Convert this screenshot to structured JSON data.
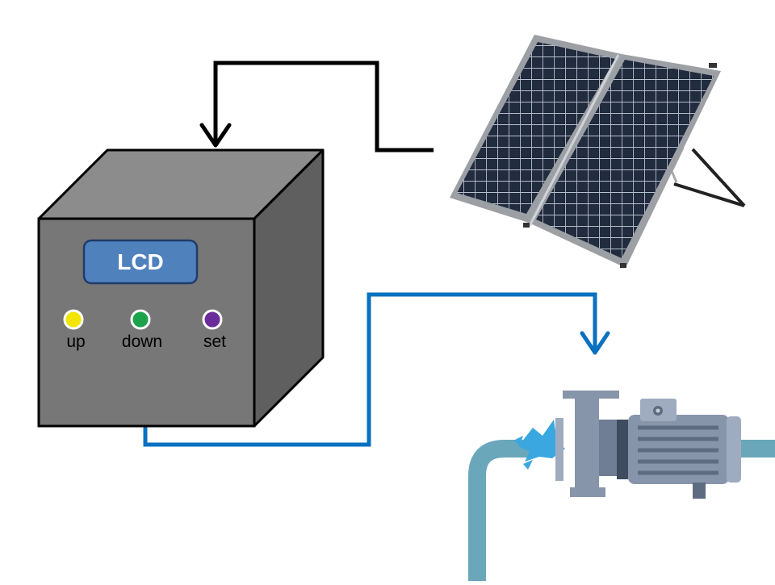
{
  "controller": {
    "lcd_label": "LCD",
    "buttons": [
      {
        "label": "up",
        "color": "#f2e600"
      },
      {
        "label": "down",
        "color": "#1aa34a"
      },
      {
        "label": "set",
        "color": "#6a2c9a"
      }
    ],
    "body_color": "#7a7a7a",
    "lcd_color": "#4f81bd"
  },
  "connections": {
    "power_wire_color": "#000000",
    "signal_wire_color": "#0a70c0"
  },
  "solar_panel": {
    "icon": "solar-panel-icon",
    "cell_color": "#1c2433",
    "frame_color": "#9a9ea3"
  },
  "pump": {
    "icon": "water-pump-icon",
    "body_color": "#8795ab",
    "pipe_color": "#6aa7ba",
    "water_color": "#3aa7e0"
  }
}
